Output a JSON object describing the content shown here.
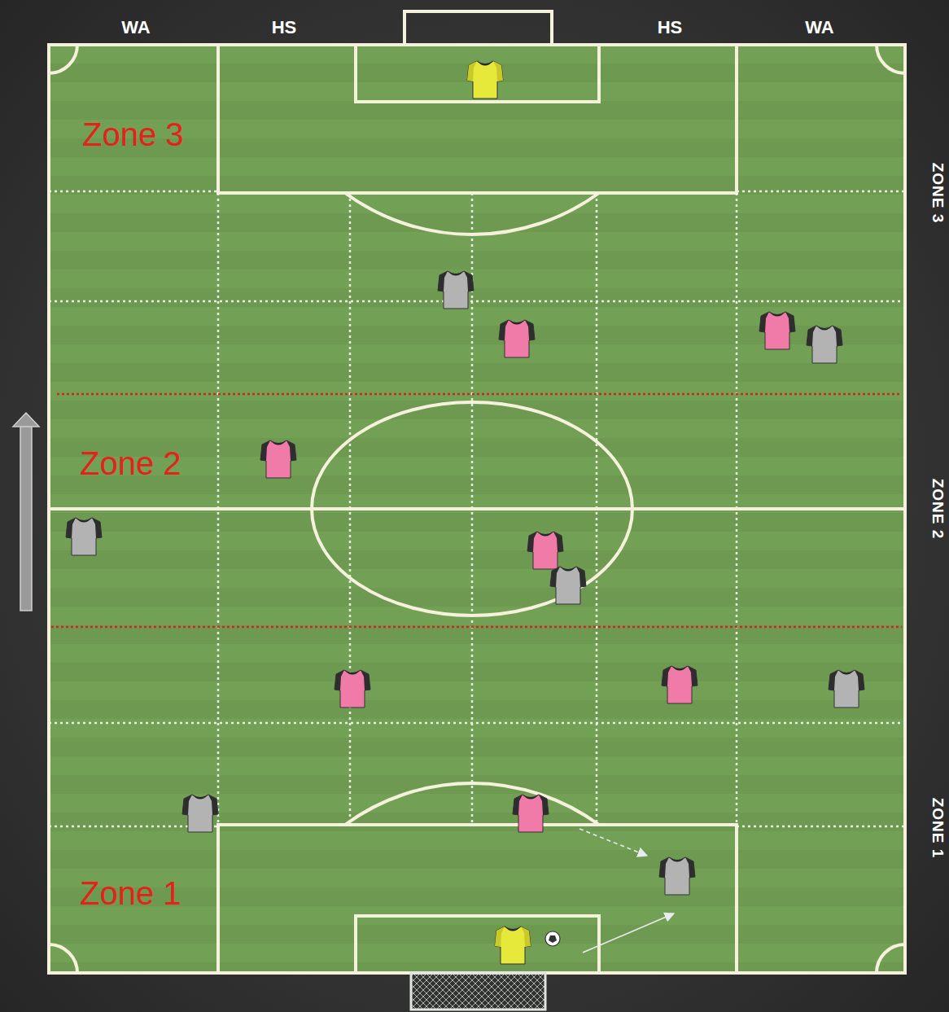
{
  "diagram": {
    "labels": [
      "WA",
      "HS",
      "HS",
      "WA",
      "Zone 3",
      "Zone 2",
      "Zone 1",
      "ZONE 3",
      "ZONE 2",
      "ZONE 1"
    ]
  }
}
